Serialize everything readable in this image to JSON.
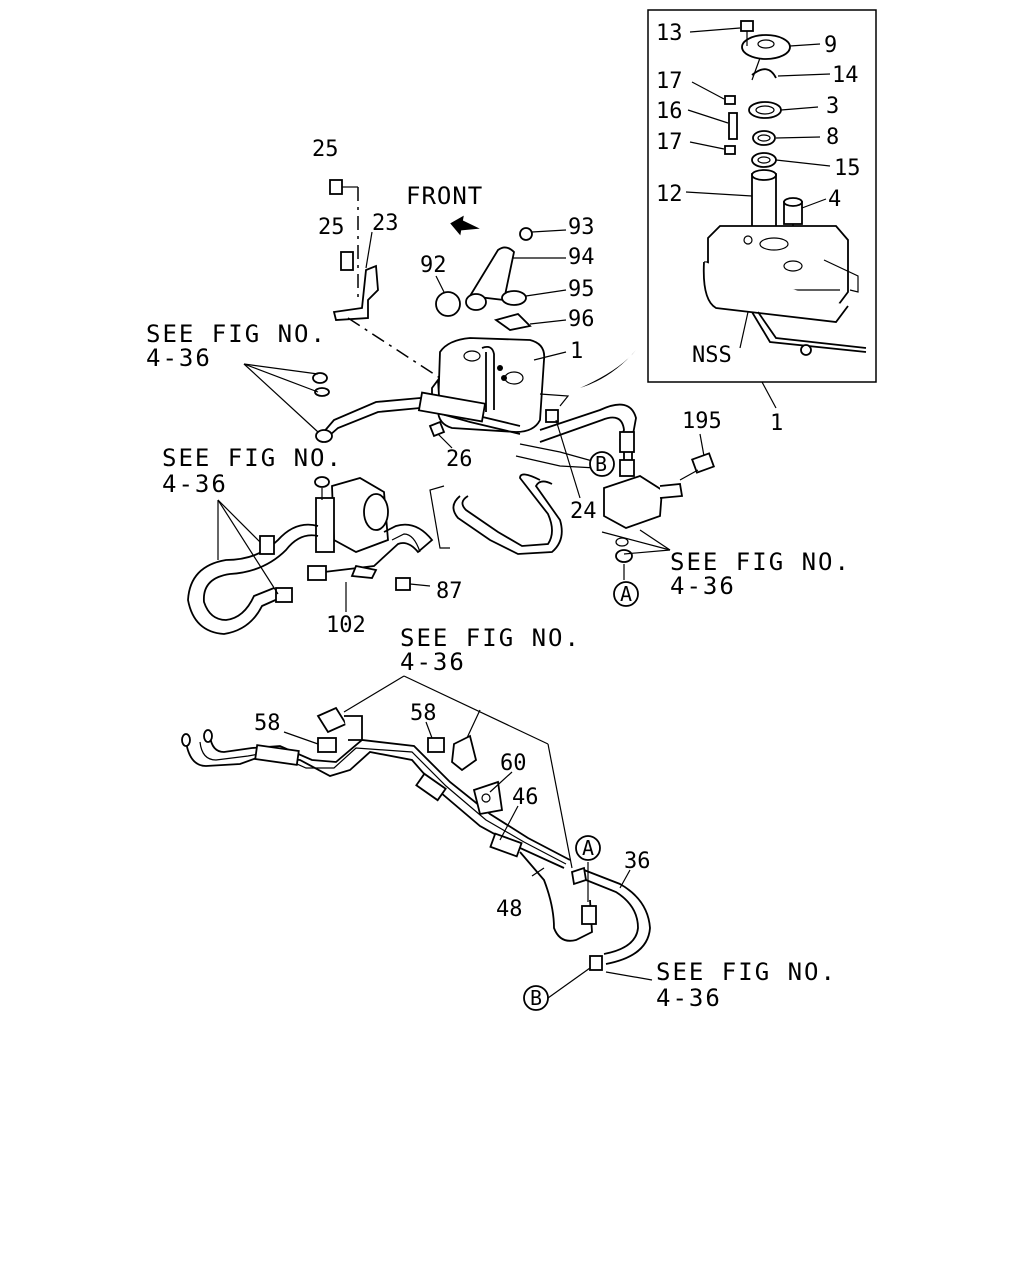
{
  "diagram": {
    "inset": {
      "labels": [
        "13",
        "9",
        "17",
        "14",
        "16",
        "3",
        "17",
        "8",
        "15",
        "12",
        "4",
        "NSS"
      ],
      "callout_label": "1"
    },
    "front_label": "FRONT",
    "tank_labels": {
      "p25a": "25",
      "p25b": "25",
      "p23": "23",
      "p92": "92",
      "p93": "93",
      "p94": "94",
      "p95": "95",
      "p96": "96",
      "p1": "1",
      "p26": "26",
      "p24": "24",
      "p195": "195",
      "p87": "87",
      "p102": "102"
    },
    "see_fig": [
      {
        "line1": "SEE FIG NO.",
        "line2": "4-36"
      },
      {
        "line1": "SEE FIG NO.",
        "line2": "4-36"
      },
      {
        "line1": "SEE FIG NO.",
        "line2": "4-36"
      },
      {
        "line1": "SEE FIG NO.",
        "line2": "4-36"
      },
      {
        "line1": "SEE FIG NO.",
        "line2": "4-36"
      }
    ],
    "pipe_labels": {
      "p58a": "58",
      "p58b": "58",
      "p60": "60",
      "p46": "46",
      "p48": "48",
      "p36": "36"
    },
    "connectors": {
      "a": "A",
      "b": "B"
    }
  }
}
